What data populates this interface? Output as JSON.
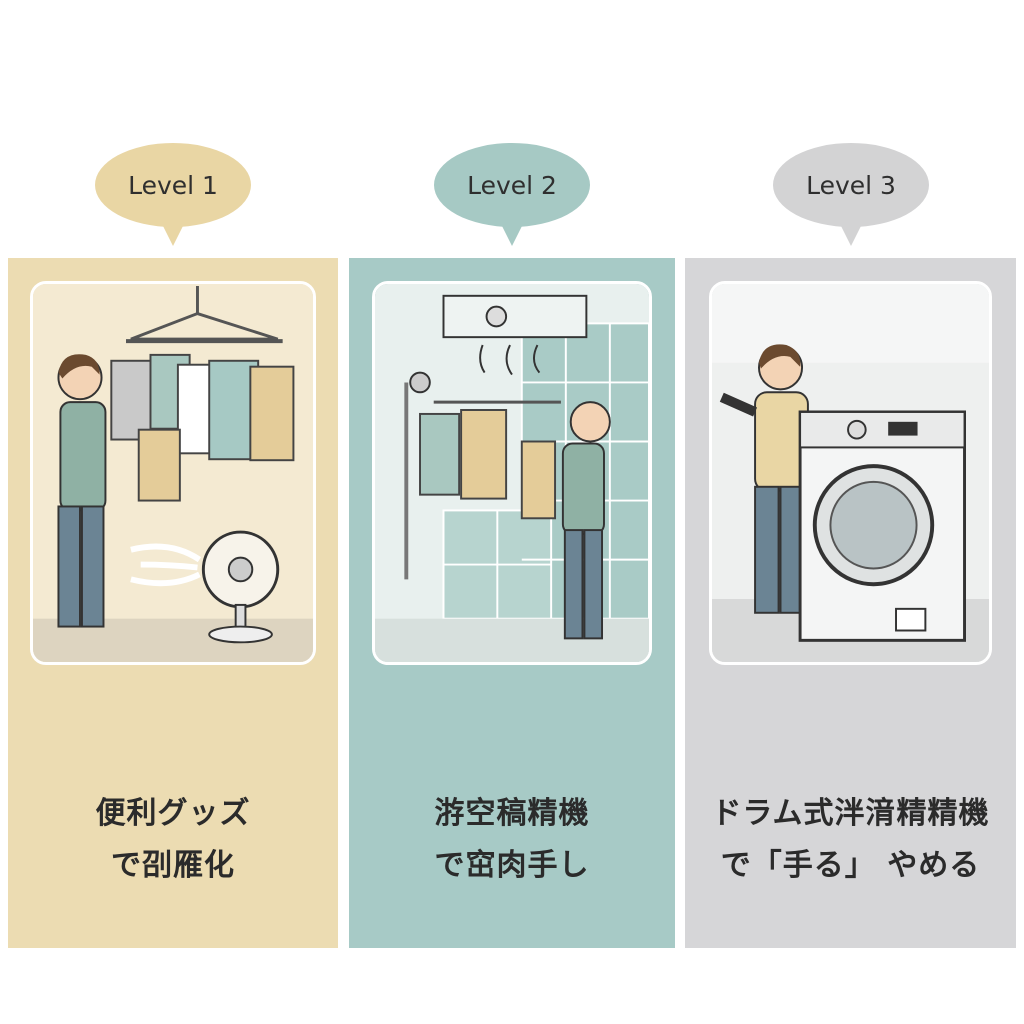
{
  "levels": [
    {
      "badge": "Level 1",
      "caption_line1": "便利グッズ",
      "caption_line2": "で刟雁化",
      "color": "#ecdcb2",
      "bubble_color": "#e9d6a4"
    },
    {
      "badge": "Level 2",
      "caption_line1": "㳺空稿精機",
      "caption_line2": "で窋肉手し",
      "color": "#a7cac6",
      "bubble_color": "#a6c9c4"
    },
    {
      "badge": "Level 3",
      "caption_line1": "ドラム式泮湇精精機",
      "caption_line2": "で「手る」 やめる",
      "color": "#d6d6d8",
      "bubble_color": "#d3d3d4"
    }
  ],
  "illustrations": [
    {
      "icon": "indoor-drying-rack-and-fan"
    },
    {
      "icon": "bathroom-dryer-vent"
    },
    {
      "icon": "drum-washer-dryer"
    }
  ]
}
